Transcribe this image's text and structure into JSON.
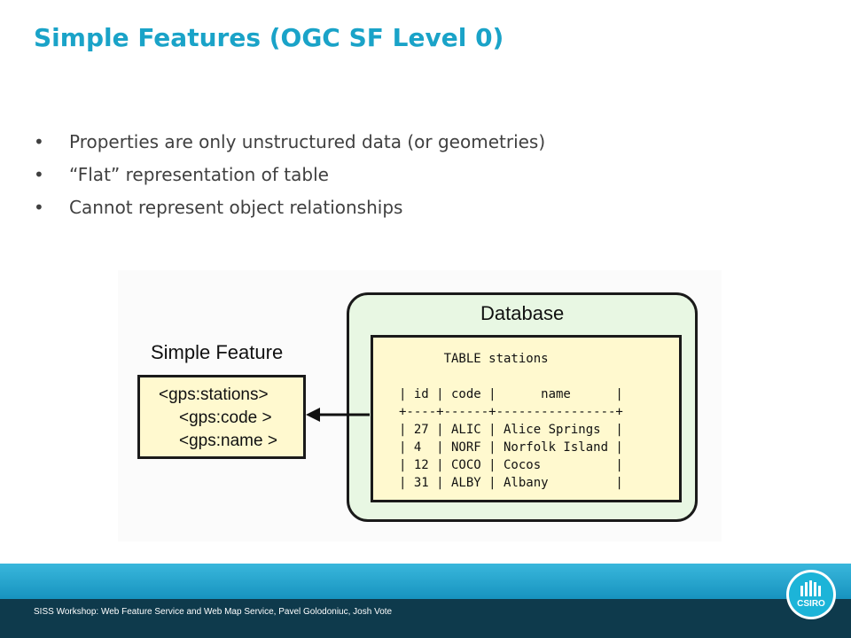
{
  "slide": {
    "title": "Simple Features (OGC SF Level 0)",
    "bullet_char": "•",
    "bullets": [
      "Properties are only unstructured data (or geometries)",
      "“Flat” representation of table",
      "Cannot represent object relationships"
    ]
  },
  "diagram": {
    "database_label": "Database",
    "table_lines": [
      "      TABLE stations",
      "",
      "| id | code |      name      |",
      "+----+------+----------------+",
      "| 27 | ALIC | Alice Springs  |",
      "| 4  | NORF | Norfolk Island |",
      "| 12 | COCO | Cocos          |",
      "| 31 | ALBY | Albany         |"
    ],
    "simple_feature_label": "Simple Feature",
    "feature_lines": [
      "<gps:stations>",
      "<gps:code >",
      "<gps:name >"
    ]
  },
  "footer": {
    "text": "SISS Workshop: Web Feature Service and Web Map Service, Pavel Golodoniuc, Josh Vote",
    "logo_text": "CSIRO",
    "band_color": "#1aa3c8",
    "dark_color": "#0e3a4c"
  }
}
